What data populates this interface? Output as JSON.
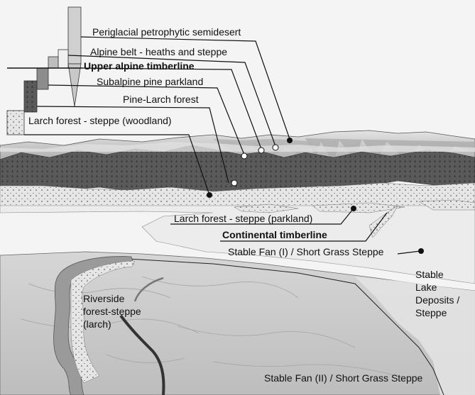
{
  "labels": {
    "periglacial": "Periglacial petrophytic semidesert",
    "alpine_belt": "Alpine belt - heaths and steppe",
    "upper_alpine_timberline": "Upper alpine timberline",
    "subalpine": "Subalpine pine parkland",
    "pine_larch": "Pine-Larch forest",
    "larch_woodland": "Larch forest - steppe (woodland)",
    "larch_parkland": "Larch forest - steppe (parkland)",
    "continental_timberline": "Continental timberline",
    "stable_fan_1": "Stable Fan (I) / Short Grass Steppe",
    "stable_lake_1": "Stable",
    "stable_lake_2": "Lake",
    "stable_lake_3": "Deposits /",
    "stable_lake_4": "Steppe",
    "riverside_1": "Riverside",
    "riverside_2": "forest-steppe",
    "riverside_3": "(larch)",
    "stable_fan_2": "Stable Fan (II)  / Short Grass Steppe"
  },
  "colors": {
    "sky": "#f2f2f2",
    "mountain_light": "#c9c9c9",
    "mountain_dark": "#8a8a8a",
    "forest_dark": "#5e5e5e",
    "steppe_dots": "#d8d8d8",
    "fan_light": "#e9e9e9",
    "plain": "#cfcfcf",
    "river": "#9a9a9a"
  }
}
